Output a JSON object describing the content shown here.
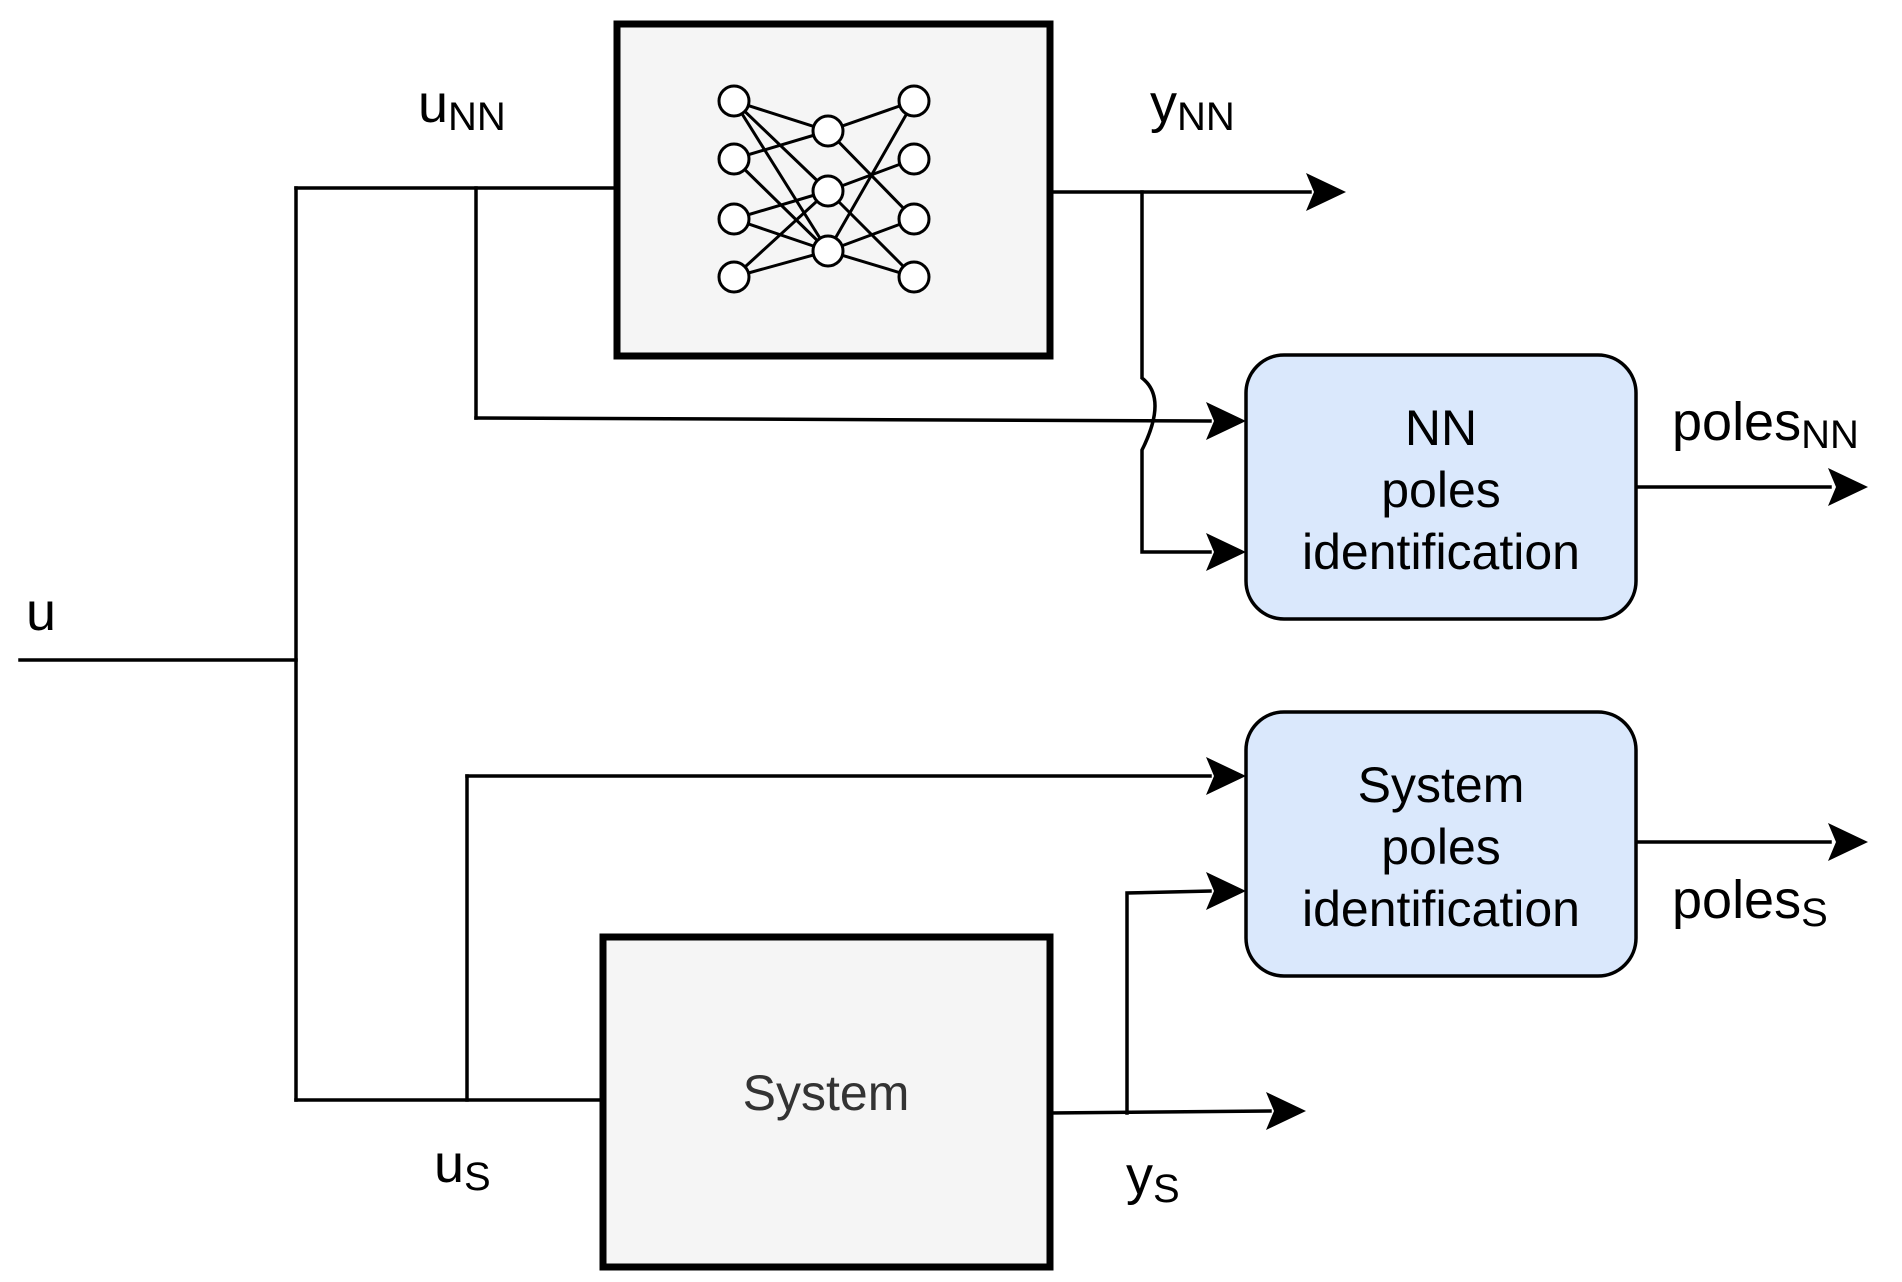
{
  "colors": {
    "line": "#000000",
    "block_fill": "#f5f5f5",
    "poles_block_fill": "#dae8fc",
    "background": "#ffffff"
  },
  "signals": {
    "u": "u",
    "u_nn": {
      "base": "u",
      "sub": "NN"
    },
    "y_nn": {
      "base": "y",
      "sub": "NN"
    },
    "u_s": {
      "base": "u",
      "sub": "S"
    },
    "y_s": {
      "base": "y",
      "sub": "S"
    },
    "poles_nn": {
      "base": "poles",
      "sub": "NN"
    },
    "poles_s": {
      "base": "poles",
      "sub": "S"
    }
  },
  "blocks": {
    "neural_network": {
      "icon": "neural-network-icon"
    },
    "system": {
      "label": "System"
    },
    "nn_poles": {
      "lines": [
        "NN",
        "poles",
        "identification"
      ]
    },
    "system_poles": {
      "lines": [
        "System",
        "poles",
        "identification"
      ]
    }
  }
}
